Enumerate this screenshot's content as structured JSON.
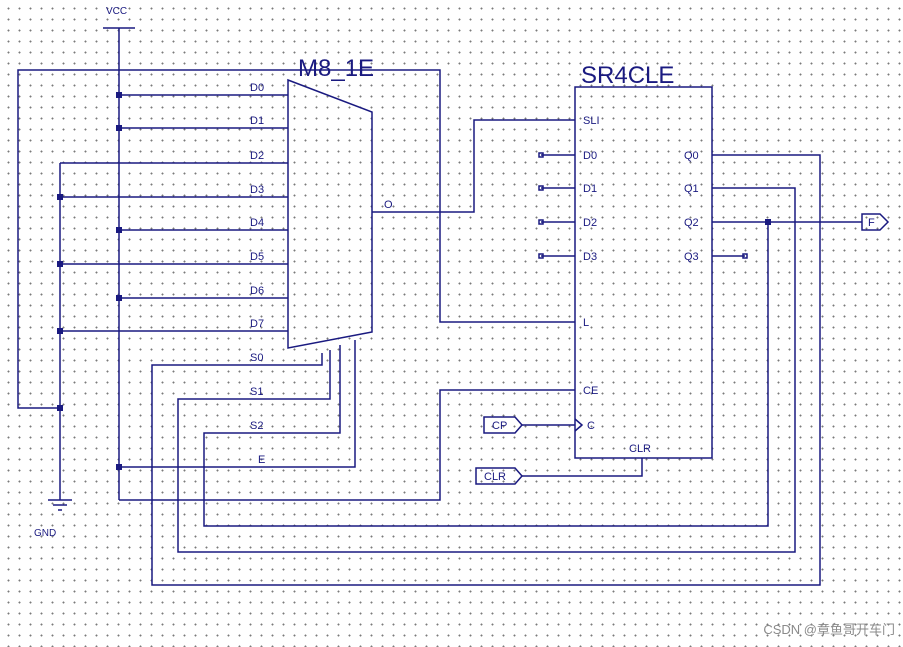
{
  "power": {
    "vcc": "VCC",
    "gnd": "GND"
  },
  "mux": {
    "name": "M8_1E",
    "data_pins": [
      "D0",
      "D1",
      "D2",
      "D3",
      "D4",
      "D5",
      "D6",
      "D7"
    ],
    "select_pins": [
      "S0",
      "S1",
      "S2"
    ],
    "enable_pin": "E",
    "output_pin": "O"
  },
  "shift_register": {
    "name": "SR4CLE",
    "sli_pin": "SLI",
    "data_pins": [
      "D0",
      "D1",
      "D2",
      "D3"
    ],
    "load_pin": "L",
    "ce_pin": "CE",
    "clock_pin": "C",
    "clr_pin": "CLR",
    "outputs": [
      "Q0",
      "Q1",
      "Q2",
      "Q3"
    ]
  },
  "ports": {
    "clock": "CP",
    "clear": "CLR",
    "output": "F"
  },
  "watermark": "CSDN @章鱼哥开车门"
}
